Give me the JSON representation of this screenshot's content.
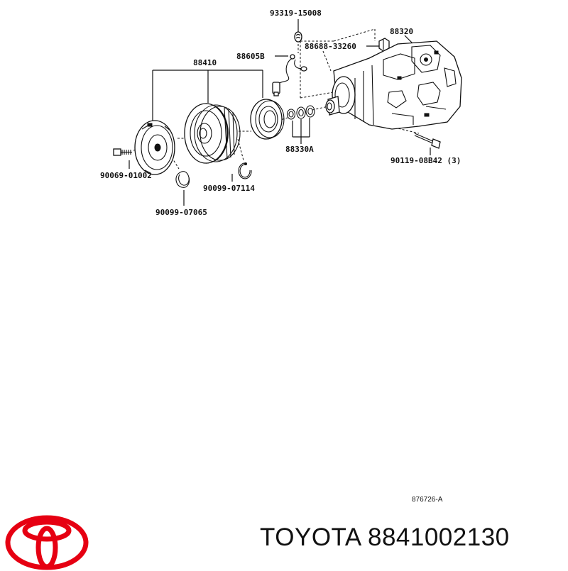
{
  "diagram": {
    "part_labels": {
      "p93319": "93319-15008",
      "p88320": "88320",
      "p88688": "88688-33260",
      "p88410": "88410",
      "p88605": "88605B",
      "p88330": "88330A",
      "p90119": "90119-08B42 (3)",
      "p90069": "90069-01002",
      "p90099a": "90099-07114",
      "p90099b": "90099-07065"
    },
    "reference": "876726-A"
  },
  "footer": {
    "brand": "TOYOTA",
    "part_number": "8841002130",
    "logo_color": "#e60012"
  }
}
